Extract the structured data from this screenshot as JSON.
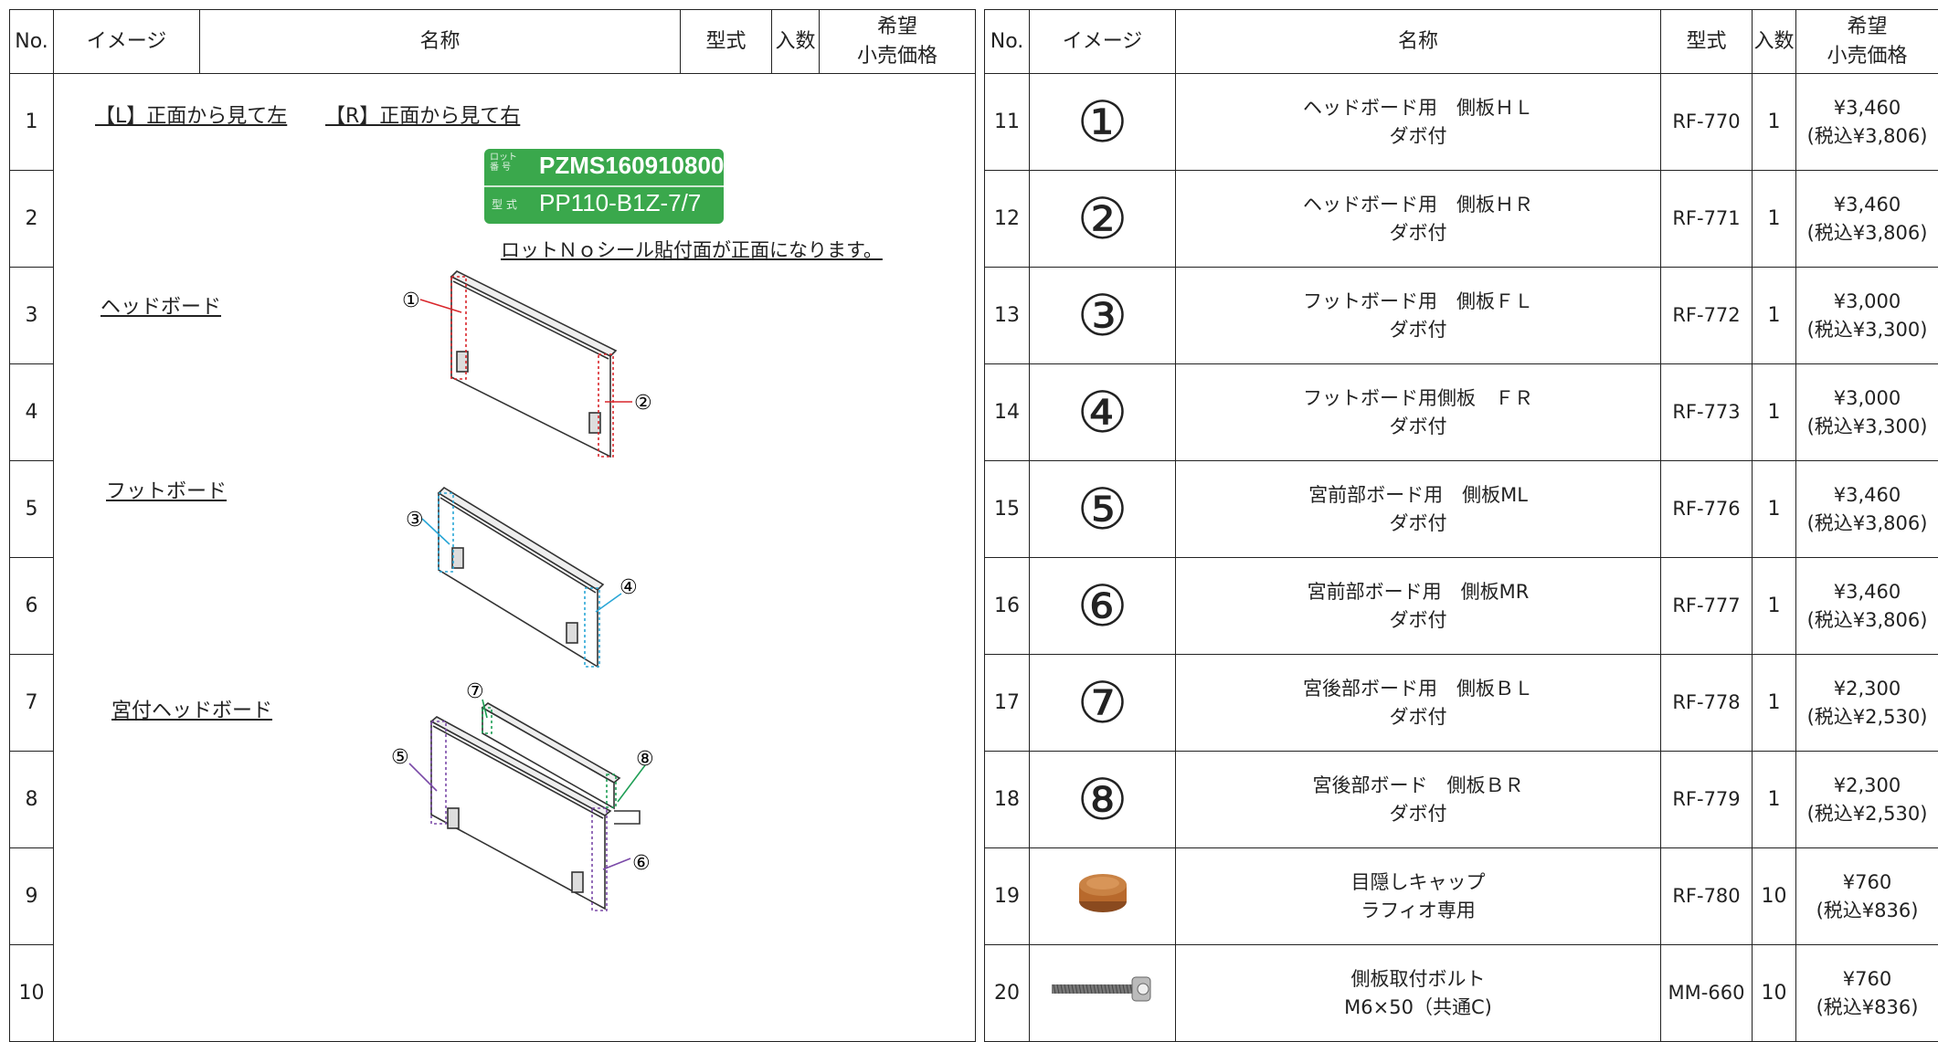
{
  "headers": {
    "no": "No.",
    "image": "イメージ",
    "name": "名称",
    "model": "型式",
    "qty": "入数",
    "price_line1": "希望",
    "price_line2": "小売価格"
  },
  "left_rows": [
    "1",
    "2",
    "3",
    "4",
    "5",
    "6",
    "7",
    "8",
    "9",
    "10"
  ],
  "diagram": {
    "lr_note_l": "【L】正面から見て左",
    "lr_note_r": "【R】正面から見て右",
    "lot_label_small_1": "ロット",
    "lot_label_small_2": "番 号",
    "lot_number": "PZMS160910800",
    "model_label_small": "型 式",
    "model_number": "PP110-B1Z-7/7",
    "seal_note": "ロットＮｏシール貼付面が正面になります。",
    "section_headboard": "ヘッドボード",
    "section_footboard": "フットボード",
    "section_miya": "宮付ヘッドボード",
    "callouts": [
      "①",
      "②",
      "③",
      "④",
      "⑤",
      "⑥",
      "⑦",
      "⑧"
    ],
    "colors": {
      "red": "#d9262b",
      "cyan": "#29a6d6",
      "purple": "#7b4aa8",
      "green": "#1e9e55",
      "lot_green": "#3aa84c"
    }
  },
  "items": [
    {
      "no": "11",
      "icon": "①",
      "name1": "ヘッドボード用　側板ＨＬ",
      "name2": "ダボ付",
      "model": "RF-770",
      "qty": "1",
      "price": "¥3,460",
      "tax": "(税込¥3,806)"
    },
    {
      "no": "12",
      "icon": "②",
      "name1": "ヘッドボード用　側板ＨＲ",
      "name2": "ダボ付",
      "model": "RF-771",
      "qty": "1",
      "price": "¥3,460",
      "tax": "(税込¥3,806)"
    },
    {
      "no": "13",
      "icon": "③",
      "name1": "フットボード用　側板ＦＬ",
      "name2": "ダボ付",
      "model": "RF-772",
      "qty": "1",
      "price": "¥3,000",
      "tax": "(税込¥3,300)"
    },
    {
      "no": "14",
      "icon": "④",
      "name1": "フットボード用側板　ＦＲ",
      "name2": "ダボ付",
      "model": "RF-773",
      "qty": "1",
      "price": "¥3,000",
      "tax": "(税込¥3,300)"
    },
    {
      "no": "15",
      "icon": "⑤",
      "name1": "宮前部ボード用　側板ML",
      "name2": "ダボ付",
      "model": "RF-776",
      "qty": "1",
      "price": "¥3,460",
      "tax": "(税込¥3,806)"
    },
    {
      "no": "16",
      "icon": "⑥",
      "name1": "宮前部ボード用　側板MR",
      "name2": "ダボ付",
      "model": "RF-777",
      "qty": "1",
      "price": "¥3,460",
      "tax": "(税込¥3,806)"
    },
    {
      "no": "17",
      "icon": "⑦",
      "name1": "宮後部ボード用　側板ＢＬ",
      "name2": "ダボ付",
      "model": "RF-778",
      "qty": "1",
      "price": "¥2,300",
      "tax": "(税込¥2,530)"
    },
    {
      "no": "18",
      "icon": "⑧",
      "name1": "宮後部ボード　側板ＢＲ",
      "name2": "ダボ付",
      "model": "RF-779",
      "qty": "1",
      "price": "¥2,300",
      "tax": "(税込¥2,530)"
    },
    {
      "no": "19",
      "icon": "cap-icon",
      "name1": "目隠しキャップ",
      "name2": "ラフィオ専用",
      "model": "RF-780",
      "qty": "10",
      "price": "¥760",
      "tax": "(税込¥836)"
    },
    {
      "no": "20",
      "icon": "bolt-icon",
      "name1": "側板取付ボルト",
      "name2": "M6×50（共通C)",
      "model": "MM-660",
      "qty": "10",
      "price": "¥760",
      "tax": "(税込¥836)"
    }
  ]
}
